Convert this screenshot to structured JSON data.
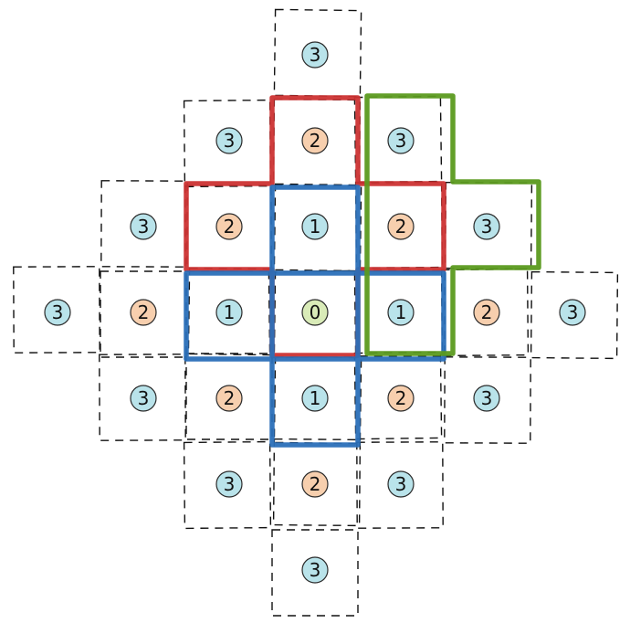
{
  "colors": {
    "background": "#ffffff",
    "dash": "#111111",
    "circle_ring": "#2a2a2a",
    "level_fill": {
      "0": "#d9ebb8",
      "1": "#b9e3ea",
      "2": "#f7cfae",
      "3": "#b9e3ea"
    },
    "outline_red": "#cc3333",
    "outline_blue": "#2a6fb8",
    "outline_green": "#5b9a1f"
  },
  "cells": [
    {
      "col": 0,
      "row": -3,
      "label": "3"
    },
    {
      "col": -1,
      "row": -2,
      "label": "3"
    },
    {
      "col": 0,
      "row": -2,
      "label": "2"
    },
    {
      "col": 1,
      "row": -2,
      "label": "3"
    },
    {
      "col": -2,
      "row": -1,
      "label": "3"
    },
    {
      "col": -1,
      "row": -1,
      "label": "2"
    },
    {
      "col": 0,
      "row": -1,
      "label": "1"
    },
    {
      "col": 1,
      "row": -1,
      "label": "2"
    },
    {
      "col": 2,
      "row": -1,
      "label": "3"
    },
    {
      "col": -3,
      "row": 0,
      "label": "3"
    },
    {
      "col": -2,
      "row": 0,
      "label": "2"
    },
    {
      "col": -1,
      "row": 0,
      "label": "1"
    },
    {
      "col": 0,
      "row": 0,
      "label": "0"
    },
    {
      "col": 1,
      "row": 0,
      "label": "1"
    },
    {
      "col": 2,
      "row": 0,
      "label": "2"
    },
    {
      "col": 3,
      "row": 0,
      "label": "3"
    },
    {
      "col": -2,
      "row": 1,
      "label": "3"
    },
    {
      "col": -1,
      "row": 1,
      "label": "2"
    },
    {
      "col": 0,
      "row": 1,
      "label": "1"
    },
    {
      "col": 1,
      "row": 1,
      "label": "2"
    },
    {
      "col": 2,
      "row": 1,
      "label": "3"
    },
    {
      "col": -1,
      "row": 2,
      "label": "3"
    },
    {
      "col": 0,
      "row": 2,
      "label": "2"
    },
    {
      "col": 1,
      "row": 2,
      "label": "3"
    },
    {
      "col": 0,
      "row": 3,
      "label": "3"
    }
  ],
  "outlines": [
    {
      "name": "red",
      "cells": [
        [
          0,
          -2
        ],
        [
          -1,
          -1
        ],
        [
          0,
          -1
        ],
        [
          1,
          -1
        ],
        [
          0,
          0
        ]
      ]
    },
    {
      "name": "blue",
      "cells": [
        [
          0,
          -1
        ],
        [
          -1,
          0
        ],
        [
          1,
          0
        ],
        [
          0,
          1
        ]
      ]
    },
    {
      "name": "green",
      "cells": [
        [
          1,
          -2
        ],
        [
          1,
          -1
        ],
        [
          2,
          -1
        ],
        [
          1,
          0
        ]
      ]
    }
  ]
}
